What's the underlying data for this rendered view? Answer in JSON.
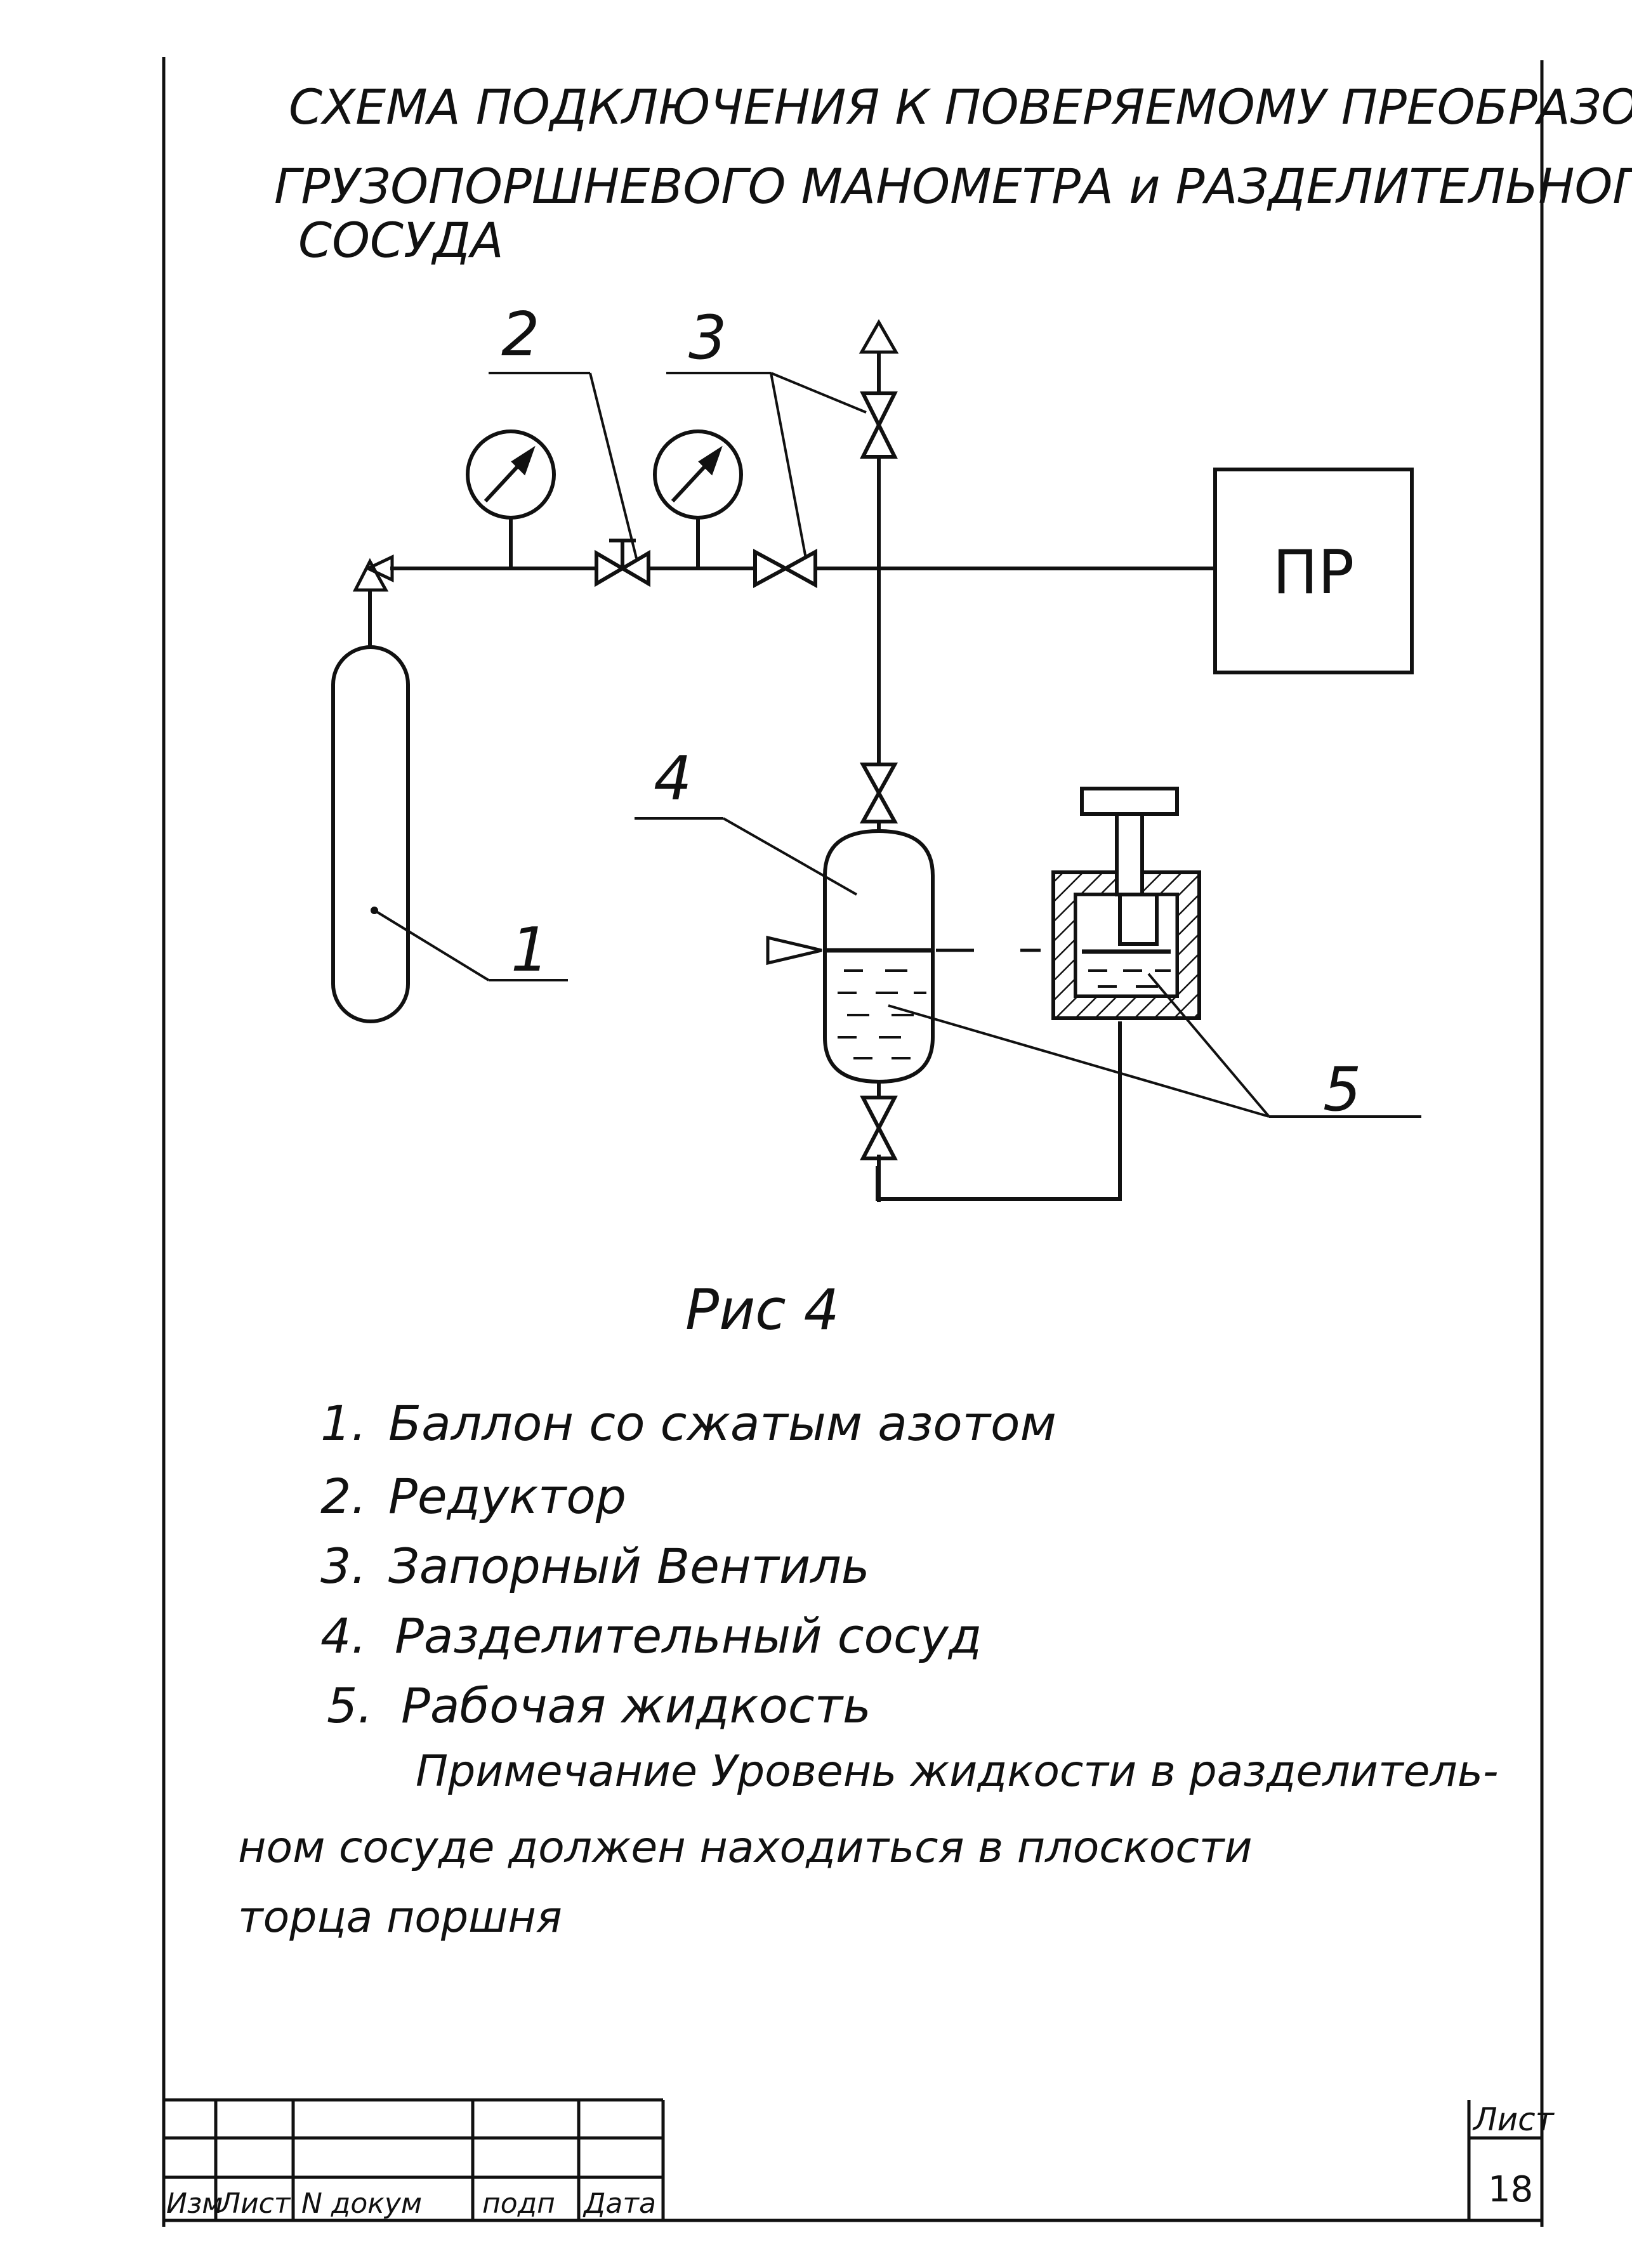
{
  "title": {
    "line1": "СХЕМА ПОДКЛЮЧЕНИЯ К ПОВЕРЯЕМОМУ ПРЕОБРАЗОВАТЕЛЮ",
    "line2": "ГРУЗОПОРШНЕВОГО МАНОМЕТРА и РАЗДЕЛИТЕЛЬНОГО",
    "line3": "СОСУДА"
  },
  "diagram": {
    "box_label": "ПР",
    "callouts": {
      "c1": "1",
      "c2": "2",
      "c3": "3",
      "c4": "4",
      "c5": "5"
    }
  },
  "caption": "Рис 4",
  "legend": [
    {
      "num": "1.",
      "text": "Баллон со сжатым азотом"
    },
    {
      "num": "2.",
      "text": "Редуктор"
    },
    {
      "num": "3.",
      "text": "Запорный Вентиль"
    },
    {
      "num": "4.",
      "text": "Разделительный сосуд"
    },
    {
      "num": "5.",
      "text": "Рабочая жидкость"
    }
  ],
  "note": {
    "line1": "Примечание Уровень жидкости в разделитель-",
    "line2": "ном сосуде должен находиться в плоскости",
    "line3": "торца поршня"
  },
  "title_block": {
    "col_izm": "Изм",
    "col_list": "Лист",
    "col_doc": "N докум",
    "col_sign": "подп",
    "col_date": "Дата",
    "sheet_label": "Лист",
    "sheet_number": "18"
  }
}
